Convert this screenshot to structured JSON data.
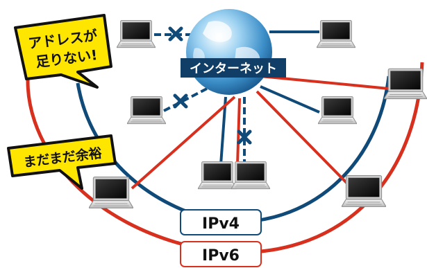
{
  "callouts": {
    "shortage_line1": "アドレスが",
    "shortage_line2": "足りない!",
    "margin": "まだまだ余裕"
  },
  "internet_label": "インターネット",
  "ipv4_label": "IPv4",
  "ipv6_label": "IPv6",
  "colors": {
    "ipv4_line": "#0f4a78",
    "ipv6_line": "#d7301f",
    "callout_fill": "#ffe600",
    "internet_label_bg": "#103e66",
    "blocked_mark": "#0f4a78"
  },
  "icons": [
    "globe-icon",
    "laptop-icon",
    "blocked-x-icon"
  ]
}
